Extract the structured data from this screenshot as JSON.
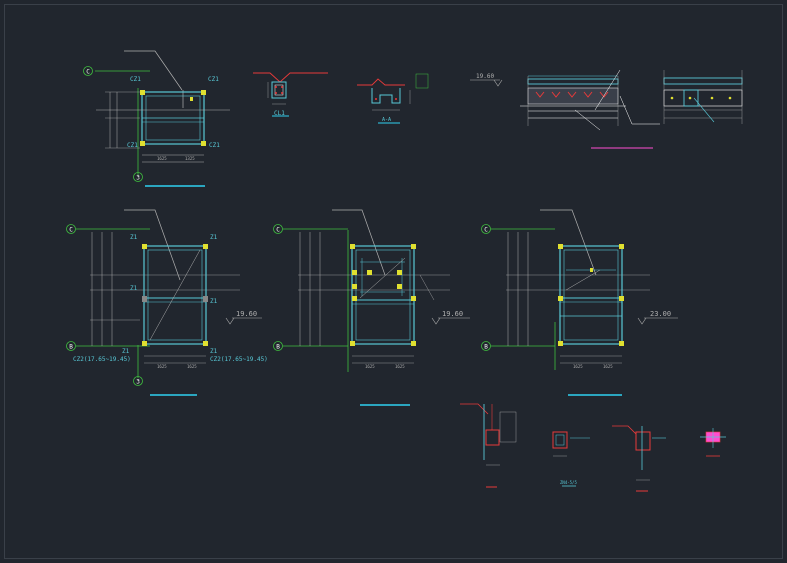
{
  "colors": {
    "background": "#21262e",
    "structure": "#58c8d6",
    "leader": "#b0b0b0",
    "annotation": "#ffffff",
    "grid_bubble": "#3fbf3f",
    "column_marker": "#e0e030",
    "rebar": "#e83a3a",
    "title_line_cyan": "#2fd0f0",
    "title_line_magenta": "#ff4dd2"
  },
  "plans": {
    "top_left": {
      "grid_top": "C",
      "grid_bottom": "3",
      "col_tl": "CZ1",
      "col_tr": "CZ1",
      "col_bl": "CZ1",
      "col_br": "CZ1",
      "dims_bottom": [
        "1625",
        "1325"
      ]
    },
    "mid_left": {
      "grid_top": "C",
      "grid_bottom": "B",
      "grid_bottom2": "3",
      "col_tl": "Z1",
      "col_tr": "Z1",
      "col_ml": "Z1",
      "col_mr": "Z1",
      "col_bl": "Z1",
      "col_br": "Z1",
      "note_left": "CZ2(17.65~19.45)",
      "note_right": "CZ2(17.65~19.45)",
      "level": "19.60",
      "dims_bottom": [
        "1625",
        "1625"
      ]
    },
    "mid_center": {
      "grid_top": "C",
      "grid_bottom": "B",
      "level": "19.60",
      "dims_bottom": [
        "1625",
        "1625"
      ]
    },
    "mid_right": {
      "grid_top": "C",
      "grid_bottom": "B",
      "level": "23.00",
      "dims_bottom": [
        "1625",
        "1625"
      ]
    }
  },
  "sections": {
    "cl1_label": "CL1",
    "aa_label": "A-A",
    "slab_level": "19.60",
    "bottom_caption": "ZN4-5/5"
  }
}
